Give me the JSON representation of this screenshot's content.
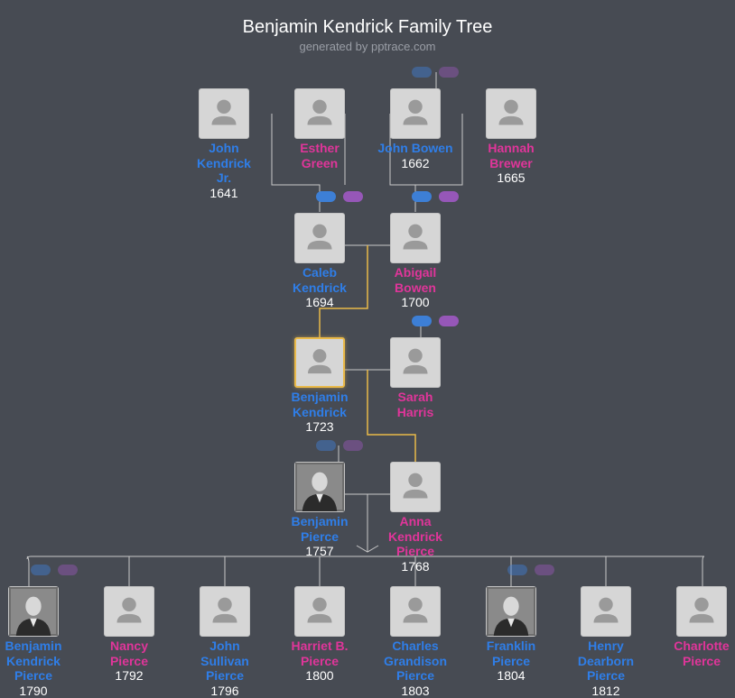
{
  "header": {
    "title": "Benjamin Kendrick Family Tree",
    "subtitle": "generated by pptrace.com"
  },
  "colors": {
    "male": "#2f7ee8",
    "female": "#e0359a",
    "connector": "#c8c8c8",
    "highlight_path": "#e9b949"
  },
  "people": [
    {
      "id": "p1",
      "name": "John Kendrick Jr.",
      "year": "1641",
      "gender": "male",
      "photo": false,
      "selected": false
    },
    {
      "id": "p2",
      "name": "Esther Green",
      "year": "",
      "gender": "female",
      "photo": false,
      "selected": false
    },
    {
      "id": "p3",
      "name": "John Bowen",
      "year": "1662",
      "gender": "male",
      "photo": false,
      "selected": false
    },
    {
      "id": "p4",
      "name": "Hannah Brewer",
      "year": "1665",
      "gender": "female",
      "photo": false,
      "selected": false
    },
    {
      "id": "p5",
      "name": "Caleb Kendrick",
      "year": "1694",
      "gender": "male",
      "photo": false,
      "selected": false
    },
    {
      "id": "p6",
      "name": "Abigail Bowen",
      "year": "1700",
      "gender": "female",
      "photo": false,
      "selected": false
    },
    {
      "id": "p7",
      "name": "Benjamin Kendrick",
      "year": "1723",
      "gender": "male",
      "photo": false,
      "selected": true
    },
    {
      "id": "p8",
      "name": "Sarah Harris",
      "year": "",
      "gender": "female",
      "photo": false,
      "selected": false
    },
    {
      "id": "p9",
      "name": "Benjamin Pierce",
      "year": "1757",
      "gender": "male",
      "photo": true,
      "selected": false
    },
    {
      "id": "p10",
      "name": "Anna Kendrick Pierce",
      "year": "1768",
      "gender": "female",
      "photo": false,
      "selected": false
    },
    {
      "id": "p11",
      "name": "Benjamin Kendrick Pierce",
      "year": "1790",
      "gender": "male",
      "photo": true,
      "selected": false
    },
    {
      "id": "p12",
      "name": "Nancy Pierce",
      "year": "1792",
      "gender": "female",
      "photo": false,
      "selected": false
    },
    {
      "id": "p13",
      "name": "John Sullivan Pierce",
      "year": "1796",
      "gender": "male",
      "photo": false,
      "selected": false
    },
    {
      "id": "p14",
      "name": "Harriet B. Pierce",
      "year": "1800",
      "gender": "female",
      "photo": false,
      "selected": false
    },
    {
      "id": "p15",
      "name": "Charles Grandison Pierce",
      "year": "1803",
      "gender": "male",
      "photo": false,
      "selected": false
    },
    {
      "id": "p16",
      "name": "Franklin Pierce",
      "year": "1804",
      "gender": "male",
      "photo": true,
      "selected": false
    },
    {
      "id": "p17",
      "name": "Henry Dearborn Pierce",
      "year": "1812",
      "gender": "male",
      "photo": false,
      "selected": false
    },
    {
      "id": "p18",
      "name": "Charlotte Pierce",
      "year": "",
      "gender": "female",
      "photo": false,
      "selected": false
    }
  ]
}
